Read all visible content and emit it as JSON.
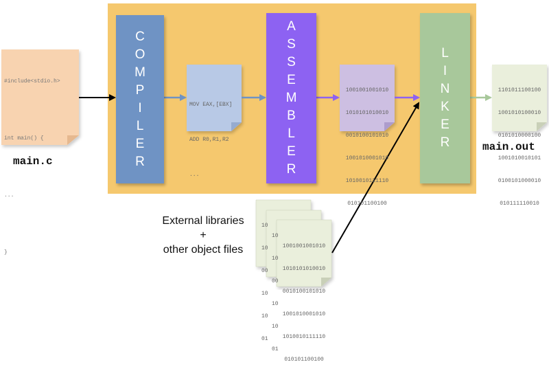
{
  "source_file": {
    "name": "main.c",
    "code": [
      "#include<stdio.h>",
      "int main() {",
      "...",
      "}"
    ]
  },
  "stages": {
    "compiler": [
      "C",
      "O",
      "M",
      "P",
      "I",
      "L",
      "E",
      "R"
    ],
    "assembler": [
      "A",
      "S",
      "S",
      "E",
      "M",
      "B",
      "L",
      "E",
      "R"
    ],
    "linker": [
      "L",
      "I",
      "N",
      "K",
      "E",
      "R"
    ]
  },
  "assembly_code": [
    "MOV EAX,[EBX]",
    "ADD R0,R1,R2",
    "..."
  ],
  "object_code": [
    "1001001001010",
    "1010101010010",
    "0010100101010",
    "1001010001010",
    "1010010111110",
    "010101100100"
  ],
  "output_file": {
    "name": "main.out",
    "code": [
      "1101011100100",
      "1001010100010",
      "0101010000100",
      "1001010010101",
      "0100101000010",
      "010111110010"
    ]
  },
  "external": {
    "label_lines": [
      "External libraries",
      "+",
      "other object files"
    ],
    "back_lines": [
      "10",
      "10",
      "00",
      "10",
      "10",
      "01"
    ],
    "front_lines": [
      "1001001001010",
      "1010101010010",
      "0010100101010",
      "1001010001010",
      "1010010111110",
      "010101100100"
    ]
  },
  "colors": {
    "panel": "#f5c86e",
    "compiler": "#6f93c4",
    "assembler": "#8d62f2",
    "linker": "#a8c89b",
    "source_doc": "#f8d3b0",
    "asm_doc": "#b8c9e6",
    "obj_doc": "#cdbfe2",
    "out_doc": "#eaefdc"
  }
}
